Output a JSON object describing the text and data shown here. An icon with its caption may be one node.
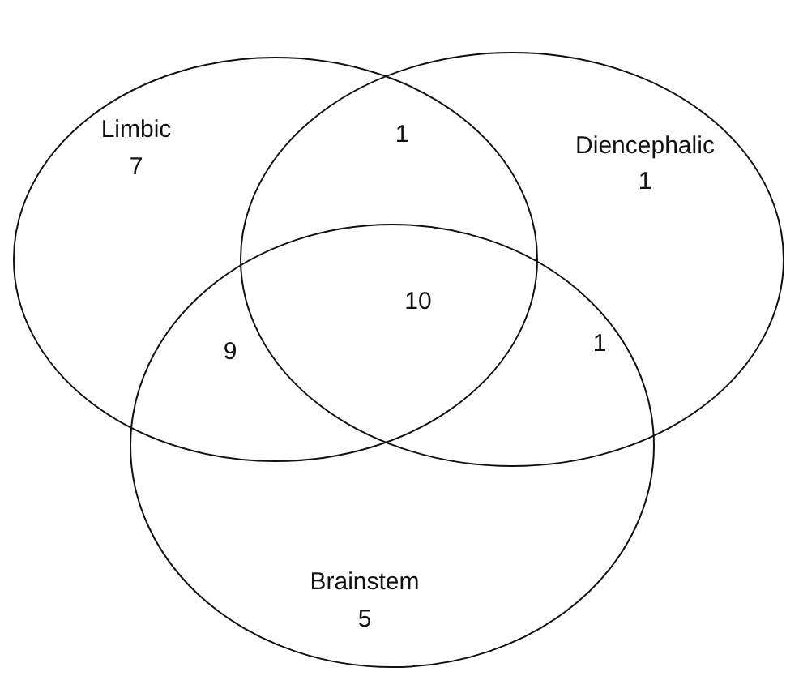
{
  "diagram": {
    "nodes": [
      {
        "text": [
          "Limbic",
          "7"
        ]
      },
      {
        "text": [
          "Diencephalic",
          "1"
        ]
      },
      {
        "text": [
          "Brainstem",
          "5"
        ]
      }
    ],
    "labels": [
      "1",
      "10",
      "9",
      "1"
    ]
  }
}
